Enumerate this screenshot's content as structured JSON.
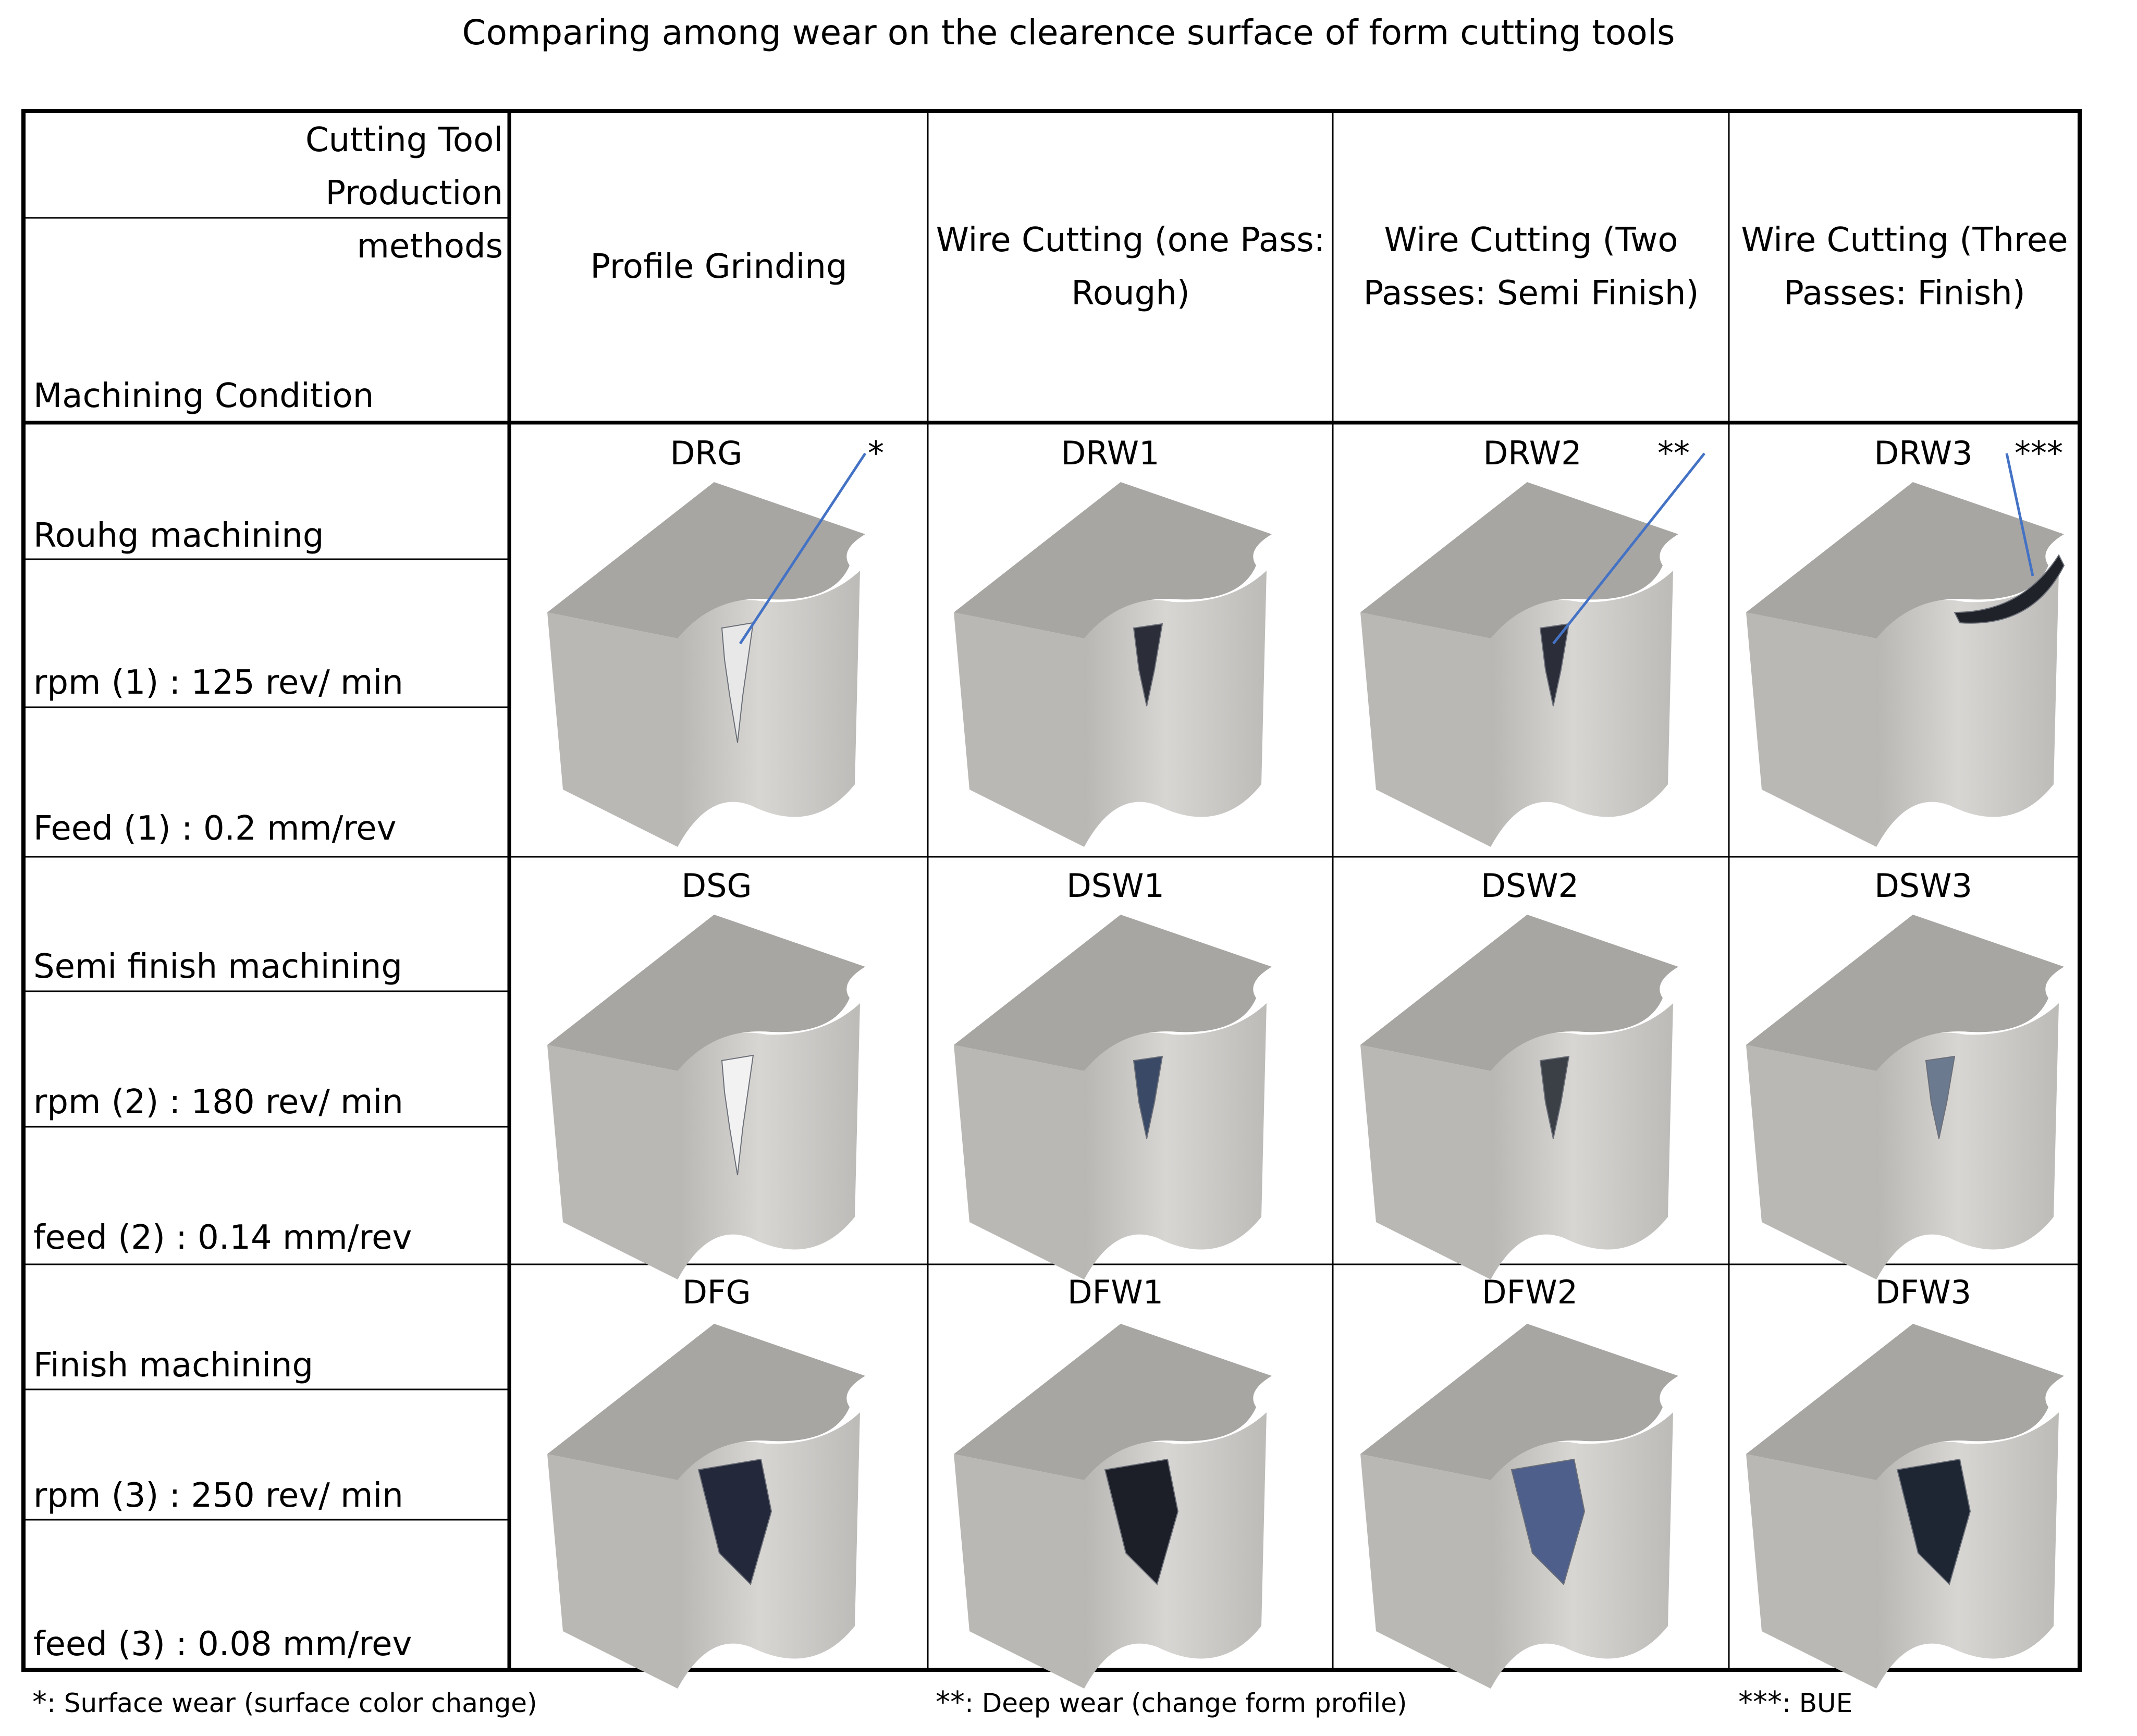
{
  "title": "Comparing among wear on the clearence surface of form cutting tools",
  "corner": {
    "top_label": "Cutting Tool Production methods",
    "bottom_label": "Machining Condition"
  },
  "methods": [
    {
      "label": "Profile Grinding"
    },
    {
      "label": "Wire Cutting (one Pass: Rough)"
    },
    {
      "label": "Wire Cutting (Two Passes: Semi Finish)"
    },
    {
      "label": "Wire Cutting (Three Passes: Finish)"
    }
  ],
  "conditions": [
    {
      "name": "Rouhg machining",
      "rpm": "rpm (1) : 125 rev/ min",
      "feed": "Feed (1) : 0.2 mm/rev",
      "samples": [
        {
          "id": "DRG",
          "mark": "*",
          "wear": "surface",
          "wear_color": "#e8e8e8"
        },
        {
          "id": "DRW1",
          "mark": "",
          "wear": "deep",
          "wear_color": "#2b2e38"
        },
        {
          "id": "DRW2",
          "mark": "**",
          "wear": "deep",
          "wear_color": "#2b2e38"
        },
        {
          "id": "DRW3",
          "mark": "***",
          "wear": "bue",
          "wear_color": "#1f2228"
        }
      ]
    },
    {
      "name": "Semi finish machining",
      "rpm": "rpm (2) : 180 rev/ min",
      "feed": "feed (2) : 0.14 mm/rev",
      "samples": [
        {
          "id": "DSG",
          "mark": "",
          "wear": "surface",
          "wear_color": "#f2f2f2"
        },
        {
          "id": "DSW1",
          "mark": "",
          "wear": "deep",
          "wear_color": "#3a4a66"
        },
        {
          "id": "DSW2",
          "mark": "",
          "wear": "deep",
          "wear_color": "#3b3f46"
        },
        {
          "id": "DSW3",
          "mark": "",
          "wear": "deep",
          "wear_color": "#6c7a90"
        }
      ]
    },
    {
      "name": "Finish machining",
      "rpm": "rpm (3) : 250 rev/ min",
      "feed": "feed (3) :  0.08 mm/rev",
      "samples": [
        {
          "id": "DFG",
          "mark": "",
          "wear": "deep",
          "wear_color": "#23283a"
        },
        {
          "id": "DFW1",
          "mark": "",
          "wear": "deep",
          "wear_color": "#1c1f28"
        },
        {
          "id": "DFW2",
          "mark": "",
          "wear": "deep",
          "wear_color": "#4d5f8a"
        },
        {
          "id": "DFW3",
          "mark": "",
          "wear": "deep",
          "wear_color": "#1e2634"
        }
      ]
    }
  ],
  "footnotes": [
    {
      "mark": "*",
      "text": ": Surface wear (surface color change)"
    },
    {
      "mark": "**",
      "text": ": Deep wear (change form profile)"
    },
    {
      "mark": "***",
      "text": ": BUE"
    }
  ],
  "colors": {
    "tool_top": "#a8a6a3",
    "tool_front": "#c4c2bf",
    "tool_side": "#bab8b5",
    "leader": "#4472c4"
  }
}
